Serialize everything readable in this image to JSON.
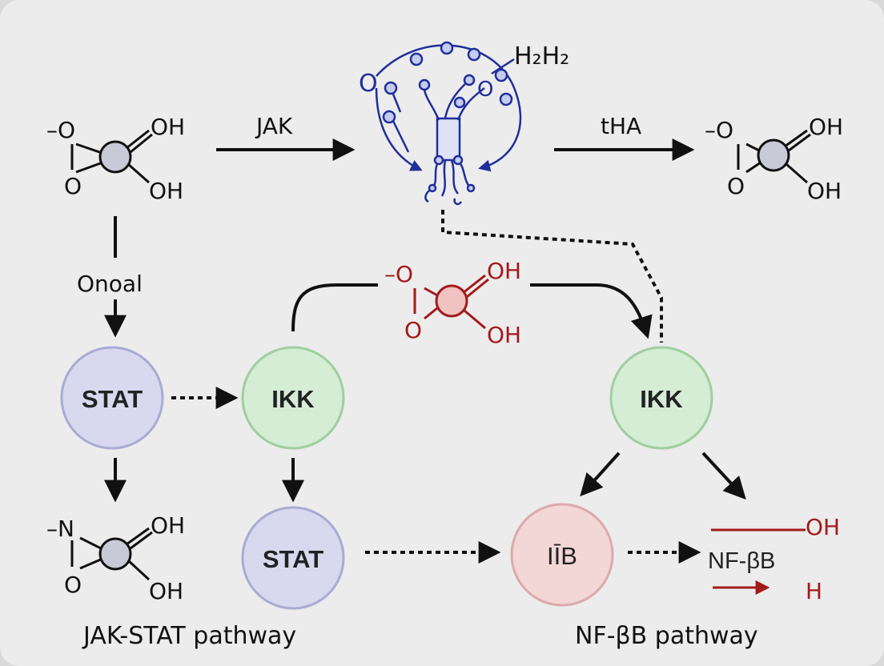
{
  "nodes": {
    "stat_left": "STAT",
    "ikk_center": "IKK",
    "stat_bottom": "STAT",
    "ikk_right": "IKK",
    "ikb": "IĪB",
    "nfkb": "NF-βB"
  },
  "edge_labels": {
    "jak": "JAK",
    "tha": "tHA",
    "onoal": "Onoal"
  },
  "molecules": {
    "top_left": {
      "top_left_atom": "–O",
      "bottom_left_atom": "O",
      "top_right_group": "OH",
      "bottom_right_group": "OH"
    },
    "top_right": {
      "top_left_atom": "–O",
      "bottom_left_atom": "O",
      "top_right_group": "OH",
      "bottom_right_group": "OH"
    },
    "center_red": {
      "top_left_atom": "–O",
      "bottom_left_atom": "O",
      "top_right_group": "OH",
      "bottom_right_group": "OH"
    },
    "bottom_left": {
      "top_left_atom": "–N",
      "bottom_left_atom": "O",
      "top_right_group": "OH",
      "bottom_right_group": "OH"
    },
    "receptor": {
      "formula_main": "H₂H₂",
      "ring_atom_left": "O",
      "ring_atom_inner": "O"
    }
  },
  "nfkb_annotations": {
    "oh": "OH",
    "h": "H"
  },
  "captions": {
    "left": "JAK-STAT pathway",
    "right": "NF-βB pathway"
  },
  "colors": {
    "stat_fill": "#d8d9ee",
    "stat_stroke": "#a9abd4",
    "ikk_fill": "#d5ecd5",
    "ikk_stroke": "#9fcf9f",
    "ikb_fill": "#f3d7d7",
    "ikb_stroke": "#dcaaaa",
    "accent_red": "#a31a1a",
    "receptor_blue": "#1f2f9a"
  }
}
